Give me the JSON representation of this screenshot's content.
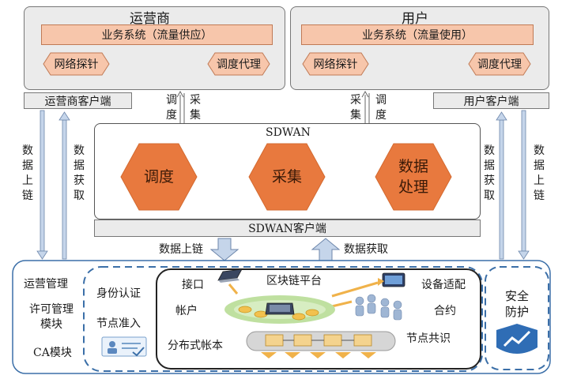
{
  "operator": {
    "title": "运营商",
    "business": "业务系统（流量供应）",
    "probe": "网络探针",
    "agent": "调度代理",
    "client": "运营商客户端"
  },
  "user": {
    "title": "用户",
    "business": "业务系统（流量使用）",
    "probe": "网络探针",
    "agent": "调度代理",
    "client": "用户客户端"
  },
  "links": {
    "dispatch": "调度",
    "collect": "采集",
    "data_upload": "数据上链",
    "data_fetch": "数据获取"
  },
  "sdwan": {
    "title": "SDWAN",
    "hex1": "调度",
    "hex2": "采集",
    "hex3": "数据\n处理",
    "client": "SDWAN客户端"
  },
  "bottom": {
    "left_items": [
      "运营管理",
      "许可管理\n模块",
      "CA模块"
    ],
    "identity": "身份认证",
    "node_access": "节点准入",
    "interface": "接口",
    "platform": "区块链平台",
    "account": "帐户",
    "ledger": "分布式帐本",
    "device": "设备适配",
    "contract": "合约",
    "consensus": "节点共识",
    "security": "安全\n防护"
  },
  "colors": {
    "orange_hex": "#e8793e",
    "orange_light": "#f7c6ab",
    "arrow_blue": "#c5d5ea",
    "dash_blue": "#3b6fa8",
    "shield_blue": "#2f6db5"
  }
}
